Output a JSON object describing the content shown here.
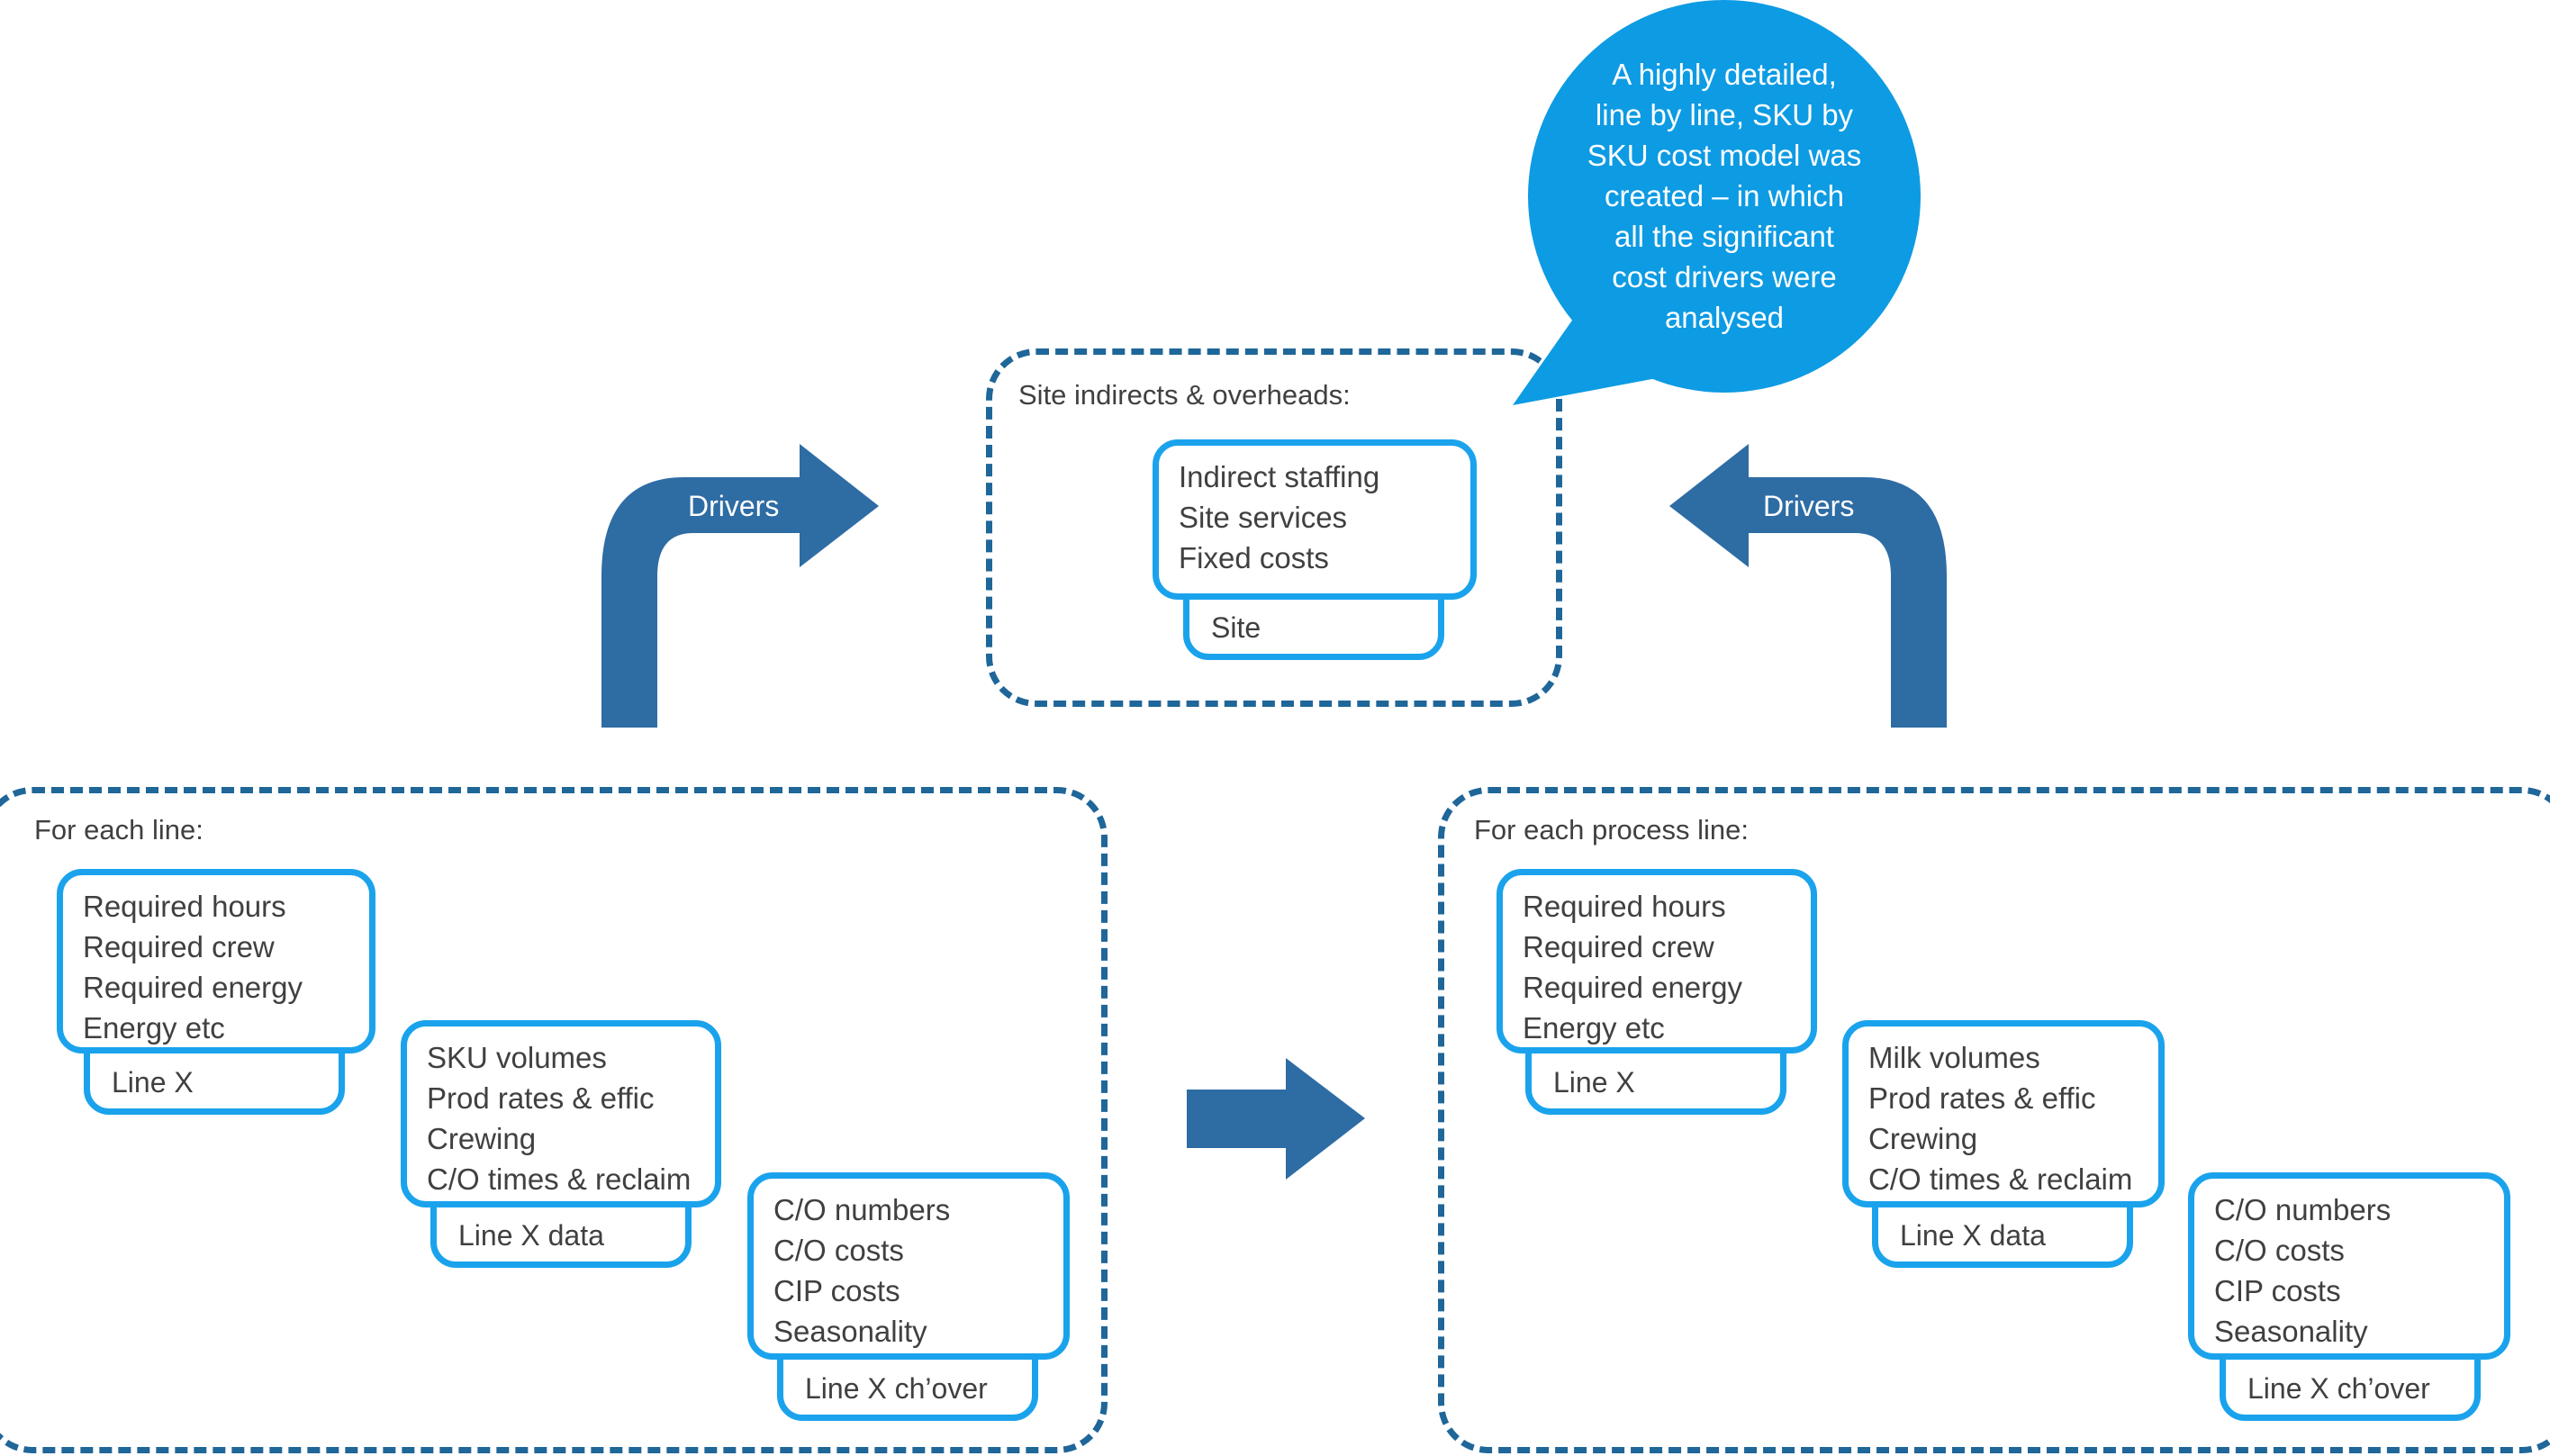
{
  "site": {
    "title": "Site indirects & overheads:",
    "card_lines": [
      "Indirect staffing",
      "Site services",
      "Fixed costs"
    ],
    "tab_label": "Site"
  },
  "callout": {
    "lines": [
      "A highly detailed,",
      "line by line, SKU by",
      "SKU cost model was",
      "created – in which",
      "all the significant",
      "cost drivers were",
      "analysed"
    ]
  },
  "drivers": {
    "left_label": "Drivers",
    "right_label": "Drivers"
  },
  "left_group": {
    "title": "For each line:",
    "card1": {
      "lines": [
        "Required hours",
        "Required crew",
        "Required energy",
        "Energy etc"
      ],
      "tab": "Line X"
    },
    "card2": {
      "lines": [
        "SKU volumes",
        "Prod rates & effic",
        "Crewing",
        "C/O times & reclaim"
      ],
      "tab": "Line X data"
    },
    "card3": {
      "lines": [
        "C/O numbers",
        "C/O costs",
        "CIP costs",
        "Seasonality"
      ],
      "tab": "Line X ch’over"
    }
  },
  "right_group": {
    "title": "For each process line:",
    "card1": {
      "lines": [
        "Required hours",
        "Required crew",
        "Required energy",
        "Energy etc"
      ],
      "tab": "Line X"
    },
    "card2": {
      "lines": [
        "Milk volumes",
        "Prod rates & effic",
        "Crewing",
        "C/O times & reclaim"
      ],
      "tab": "Line X data"
    },
    "card3": {
      "lines": [
        "C/O numbers",
        "C/O costs",
        "CIP costs",
        "Seasonality"
      ],
      "tab": "Line X ch’over"
    }
  },
  "colors": {
    "dashed_border": "#1f6699",
    "card_border": "#1aa3ec",
    "arrow_fill": "#2e6ca4",
    "callout_fill": "#0d9be3",
    "text": "#404040"
  }
}
